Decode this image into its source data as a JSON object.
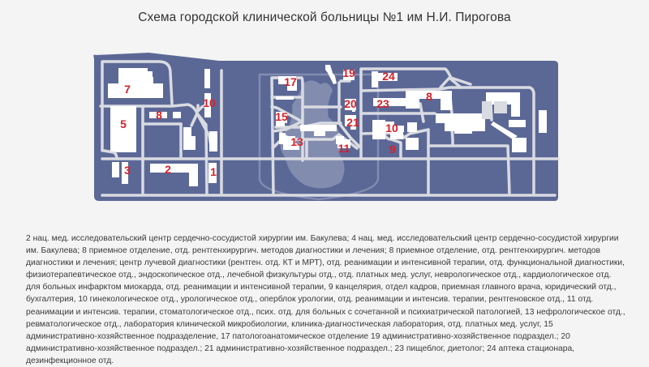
{
  "title": "Схема городской клинической больницы №1 им Н.И. Пирогова",
  "colors": {
    "background": "#f4f4f4",
    "territory": "#5b6896",
    "roads": "#d9dbe2",
    "buildings": "#ffffff",
    "labels": "#d7202a",
    "text": "#333333"
  },
  "map": {
    "building_labels": [
      {
        "id": "7",
        "text": "7"
      },
      {
        "id": "5",
        "text": "5"
      },
      {
        "id": "8a",
        "text": "8"
      },
      {
        "id": "10a",
        "text": "10"
      },
      {
        "id": "3",
        "text": "3"
      },
      {
        "id": "2",
        "text": "2"
      },
      {
        "id": "1",
        "text": "1"
      },
      {
        "id": "17",
        "text": "17"
      },
      {
        "id": "19",
        "text": "19"
      },
      {
        "id": "15",
        "text": "15"
      },
      {
        "id": "20",
        "text": "20"
      },
      {
        "id": "21",
        "text": "21"
      },
      {
        "id": "13",
        "text": "13"
      },
      {
        "id": "11",
        "text": "11"
      },
      {
        "id": "24",
        "text": "24"
      },
      {
        "id": "23",
        "text": "23"
      },
      {
        "id": "8b",
        "text": "8"
      },
      {
        "id": "10b",
        "text": "10"
      },
      {
        "id": "9",
        "text": "9"
      }
    ],
    "emblem": "moscow-coat-of-arms-watermark"
  },
  "legend": {
    "text": "2 нац. мед. исследовательский центр сердечно-сосудистой хирургии им. Бакулева; 4 нац. мед. исследовательский центр сердечно-сосудистой хирургии им. Бакулева; 8 приемное отделение, отд. рентгенхирургич. методов диагностики и лечения; 8 приемное отделение, отд. рентгенхирургич. методов диагностики и лечения; центр лучевой диагностики (рентген. отд. КТ и МРТ), отд. реанимации и интенсивной терапии, отд. функциональной диагностики, физиотерапевтическое отд., эндоскопическое отд., лечебной физкультуры отд., отд. платных мед. услуг, неврологическое отд., кардиологическое отд. для больных инфарктом миокарда, отд. реанимации и интенсивной терапии, 9 канцелярия, отдел кадров, приемная главного врача, юридический отд., бухгалтерия, 10 гинекологическое отд., урологическое отд., оперблок урологии, отд. реанимации и интенсив. терапии, рентгеновское отд., 11 отд. реанимации и интенсив. терапии, стоматологическое отд., псих. отд. для больных с сочетанной и психиатрической патологией, 13 нефрологическое отд., ревматологическое отд., лаборатория клинической микробиологии, клиника-диагностическая лаборатория, отд. платных мед. услуг, 15 административно-хозяйственное подразделение, 17 патологоанатомическое отделение 19 административно-хозяйственное подраздел.; 20 административно-хозяйственное подраздел.; 21 административно-хозяйственное подраздел.; 23 пищеблог, диетолог; 24 аптека стационара, дезинфекционное отд."
  }
}
